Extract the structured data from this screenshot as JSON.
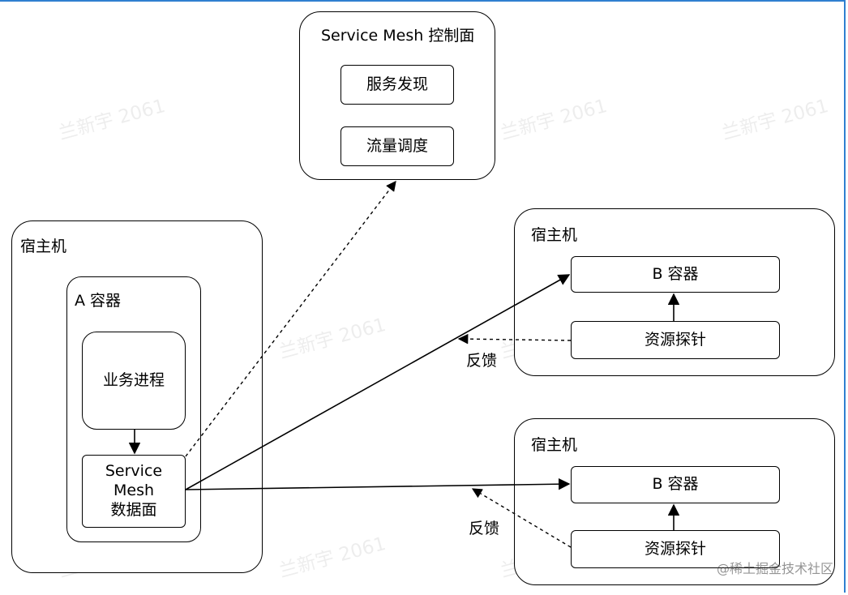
{
  "watermark_text": "兰新宇 2061",
  "brand_text": "@稀土掘金技术社区",
  "control_plane": {
    "title": "Service Mesh 控制面",
    "items": [
      "服务发现",
      "流量调度"
    ]
  },
  "host_left": {
    "title": "宿主机",
    "container": {
      "title": "A 容器",
      "business_process": "业务进程",
      "data_plane_lines": [
        "Service",
        "Mesh",
        "数据面"
      ]
    }
  },
  "host_top_right": {
    "title": "宿主机",
    "container": "B 容器",
    "probe": "资源探针",
    "feedback": "反馈"
  },
  "host_bottom_right": {
    "title": "宿主机",
    "container": "B 容器",
    "probe": "资源探针",
    "feedback": "反馈"
  }
}
